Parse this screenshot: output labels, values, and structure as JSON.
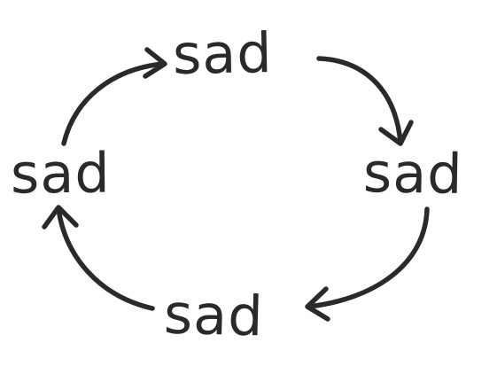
{
  "diagram": {
    "nodes": [
      {
        "id": "top",
        "label": "sad"
      },
      {
        "id": "right",
        "label": "sad"
      },
      {
        "id": "bottom",
        "label": "sad"
      },
      {
        "id": "left",
        "label": "sad"
      }
    ],
    "edges": [
      {
        "from": "top",
        "to": "right"
      },
      {
        "from": "right",
        "to": "bottom"
      },
      {
        "from": "bottom",
        "to": "left"
      },
      {
        "from": "left",
        "to": "top"
      }
    ],
    "colors": {
      "ink": "#2a2a2a",
      "background": "#ffffff"
    }
  }
}
